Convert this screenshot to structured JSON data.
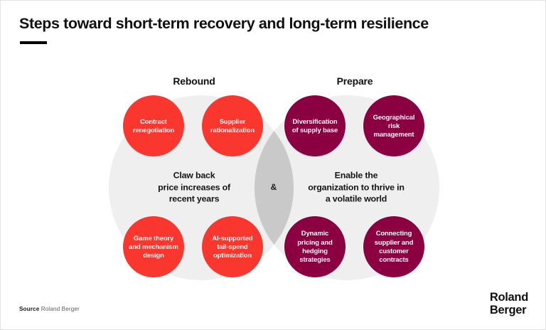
{
  "slide": {
    "title": "Steps toward short-term recovery and long-term resilience",
    "background_color": "#ffffff"
  },
  "colors": {
    "accent_red": "#F9372F",
    "accent_maroon": "#8A0040",
    "venn_fill": "#EFEFEF",
    "venn_overlap_fill": "#C9C9C9",
    "title_color": "#111111",
    "rule_color": "#000000"
  },
  "columns": [
    {
      "id": "rebound",
      "heading": "Rebound",
      "statement": "Claw back\nprice increases of\nrecent years",
      "bubble_color": "#F9372F",
      "bubbles": [
        {
          "position": "top-left",
          "label": "Contract\nrenegotiation"
        },
        {
          "position": "top-right",
          "label": "Supplier\nrationalization"
        },
        {
          "position": "bottom-left",
          "label": "Game theory\nand mechanism\ndesign"
        },
        {
          "position": "bottom-right",
          "label": "AI-supported\ntail-spend\noptimization"
        }
      ]
    },
    {
      "id": "prepare",
      "heading": "Prepare",
      "statement": "Enable the\norganization to thrive in\na volatile world",
      "bubble_color": "#8A0040",
      "bubbles": [
        {
          "position": "top-left",
          "label": "Diversification\nof supply base"
        },
        {
          "position": "top-right",
          "label": "Geographical\nrisk\nmanagement"
        },
        {
          "position": "bottom-left",
          "label": "Dynamic\npricing and\nhedging\nstrategies"
        },
        {
          "position": "bottom-right",
          "label": "Connecting\nsupplier and\ncustomer\ncontracts"
        }
      ]
    }
  ],
  "connector": {
    "symbol": "&"
  },
  "footer": {
    "source_label": "Source",
    "source_value": "Roland Berger",
    "logo_line1": "Roland",
    "logo_line2": "Berger"
  }
}
